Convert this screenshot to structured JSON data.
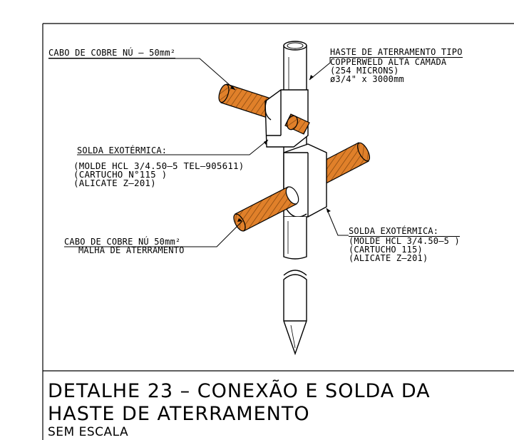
{
  "callouts": {
    "cable_top": "CABO DE COBRE NÚ – 50mm²",
    "rod": {
      "line1": "HASTE DE ATERRAMENTO TIPO",
      "line2": "COPPERWELD ALTA CAMADA",
      "line3": "(254 MICRONS)",
      "line4": "ø3/4\" x 3000mm"
    },
    "weld_left": {
      "heading": "SOLDA EXOTÉRMICA:",
      "line1": "(MOLDE HCL 3/4.50–5 TEL–905611)",
      "line2": "(CARTUCHO N°115 )",
      "line3": "(ALICATE Z–201)"
    },
    "cable_mesh": {
      "line1": "CABO DE COBRE NÚ 50mm²",
      "line2": "MALHA DE ATERRAMENTO"
    },
    "weld_right": {
      "heading": "SOLDA EXOTÉRMICA:",
      "line1": "(MOLDE HCL 3/4.50–5 )",
      "line2": "(CARTUCHO 115)",
      "line3": "(ALICATE Z–201)"
    }
  },
  "title_block": {
    "title_line1": "DETALHE 23 – CONEXÃO E SOLDA DA",
    "title_line2": "HASTE DE ATERRAMENTO",
    "scale": "SEM ESCALA"
  },
  "colors": {
    "copper": "#E0802A",
    "copper_dark": "#8A4A10",
    "line": "#000000"
  }
}
